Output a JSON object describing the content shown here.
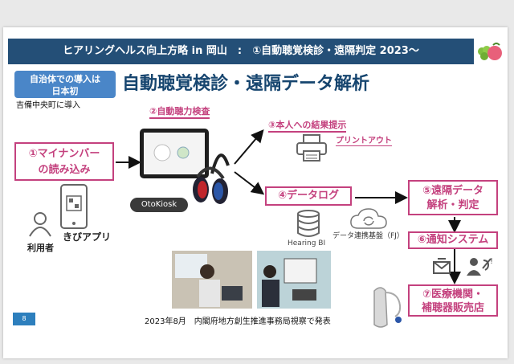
{
  "banner": {
    "title": "ヒアリングヘルス向上方略 in 岡山　:　①自動聴覚検診・遠隔判定 2023〜"
  },
  "badge": {
    "line1": "自治体での導入は",
    "line2": "日本初"
  },
  "heading": "自動聴覚検診・遠隔データ解析",
  "intro": "吉備中央町に導入",
  "steps": {
    "s1": {
      "line1": "①マイナンバー",
      "line2": "の読み込み"
    },
    "s2": "②自動聴力検査",
    "s3": "③本人への結果提示",
    "s4": "④データログ",
    "s5": {
      "line1": "⑤遠隔データ",
      "line2": "解析・判定"
    },
    "s6": "⑥通知システム",
    "s7": {
      "line1": "⑦医療機関・",
      "line2": "補聴器販売店"
    }
  },
  "labels": {
    "printout": "プリントアウト",
    "device": "OtoKiosk",
    "app": "きびアプリ",
    "user": "利用者",
    "hearing_bi": "Hearing BI",
    "cloud": "データ連携基盤（FJ）",
    "caption": "2023年8月　内閣府地方創生推進事務局視察で発表"
  },
  "page_number": "8",
  "colors": {
    "banner": "#244f77",
    "accent": "#c4417e",
    "heading": "#16456f",
    "badge": "#4a86c8"
  }
}
